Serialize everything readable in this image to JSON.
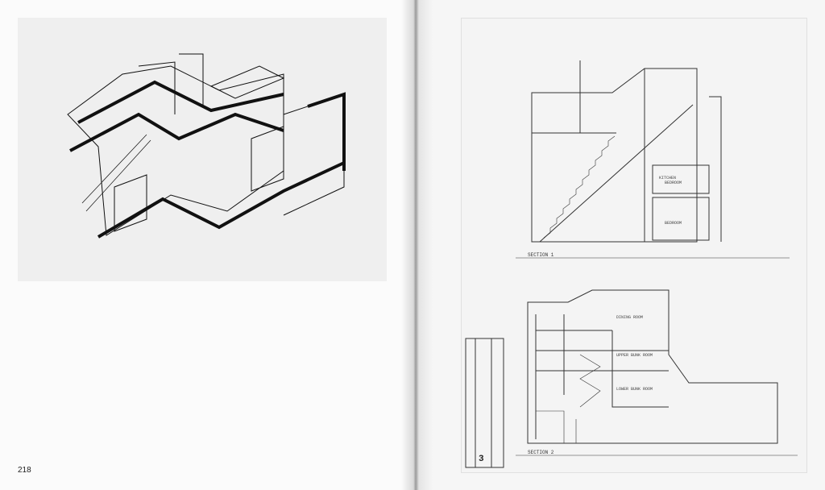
{
  "left_page": {
    "page_number": "218"
  },
  "right_page": {
    "sheet_number": "3",
    "section_1": {
      "title": "SECTION 1",
      "rooms": [
        "KITCHEN",
        "BEDROOM",
        "BEDROOM"
      ]
    },
    "section_2": {
      "title": "SECTION 2",
      "rooms": [
        "DINING ROOM",
        "UPPER BUNK ROOM",
        "LOWER BUNK ROOM"
      ]
    }
  }
}
